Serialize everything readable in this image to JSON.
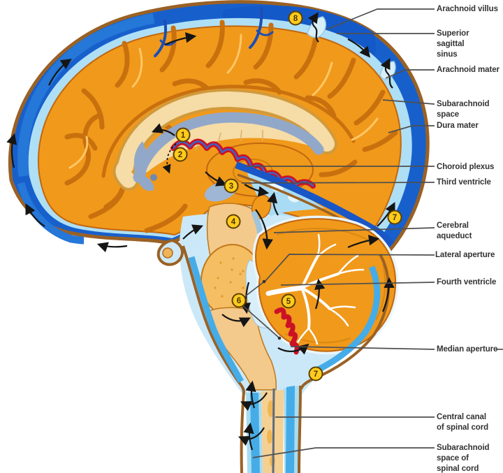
{
  "labels": [
    {
      "id": "arachnoid-villus",
      "text": "Arachnoid villus"
    },
    {
      "id": "superior-sagittal-sinus",
      "text": "Superior\nsagittal\nsinus"
    },
    {
      "id": "arachnoid-mater",
      "text": "Arachnoid mater"
    },
    {
      "id": "subarachnoid-space",
      "text": "Subarachnoid\nspace"
    },
    {
      "id": "dura-mater",
      "text": "Dura mater"
    },
    {
      "id": "choroid-plexus",
      "text": "Choroid plexus"
    },
    {
      "id": "third-ventricle",
      "text": "Third ventricle"
    },
    {
      "id": "cerebral-aqueduct",
      "text": "Cerebral\naqueduct"
    },
    {
      "id": "lateral-aperture",
      "text": "Lateral aperture"
    },
    {
      "id": "fourth-ventricle",
      "text": "Fourth ventricle"
    },
    {
      "id": "median-aperture",
      "text": "Median aperture"
    },
    {
      "id": "central-canal",
      "text": "Central canal\nof spinal cord"
    },
    {
      "id": "subarachnoid-space-spinal",
      "text": "Subarachnoid\nspace of\nspinal cord"
    }
  ],
  "badges": [
    {
      "n": "1"
    },
    {
      "n": "2"
    },
    {
      "n": "3"
    },
    {
      "n": "4"
    },
    {
      "n": "5"
    },
    {
      "n": "6"
    },
    {
      "n": "7"
    },
    {
      "n": "7"
    },
    {
      "n": "8"
    }
  ],
  "colors": {
    "background": "#FFFFFF",
    "dura_blue": "#1760CC",
    "csf_light_blue": "#AEDFF5",
    "csf_bright_blue": "#45ACE8",
    "brain_orange": "#F0991B",
    "cream": "#F6DCA6",
    "ventricle_gray": "#92A8C9",
    "choroid_red": "#CC1126",
    "skull_brown": "#9A6124",
    "badge_yellow": "#FFCB1C",
    "leader_line": "#4F4F4F",
    "label_text": "#333333",
    "arrow_black": "#151515"
  }
}
